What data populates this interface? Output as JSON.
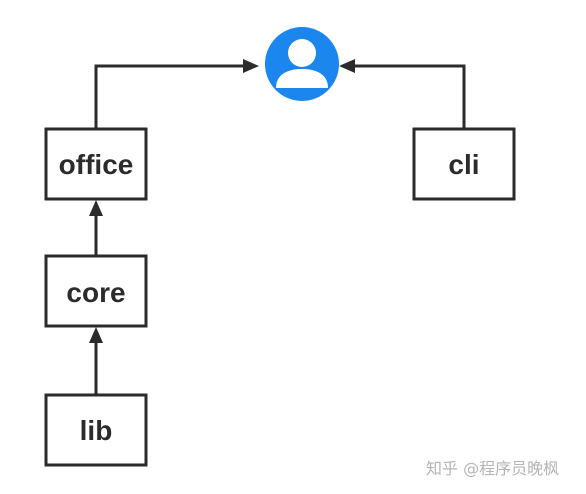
{
  "nodes": {
    "office": "office",
    "core": "core",
    "lib": "lib",
    "cli": "cli"
  },
  "icons": {
    "user": "user-avatar-icon"
  },
  "colors": {
    "user_icon_fill": "#1a86ee",
    "stroke": "#2b2b2b"
  },
  "watermark": "知乎 @程序员晚枫"
}
